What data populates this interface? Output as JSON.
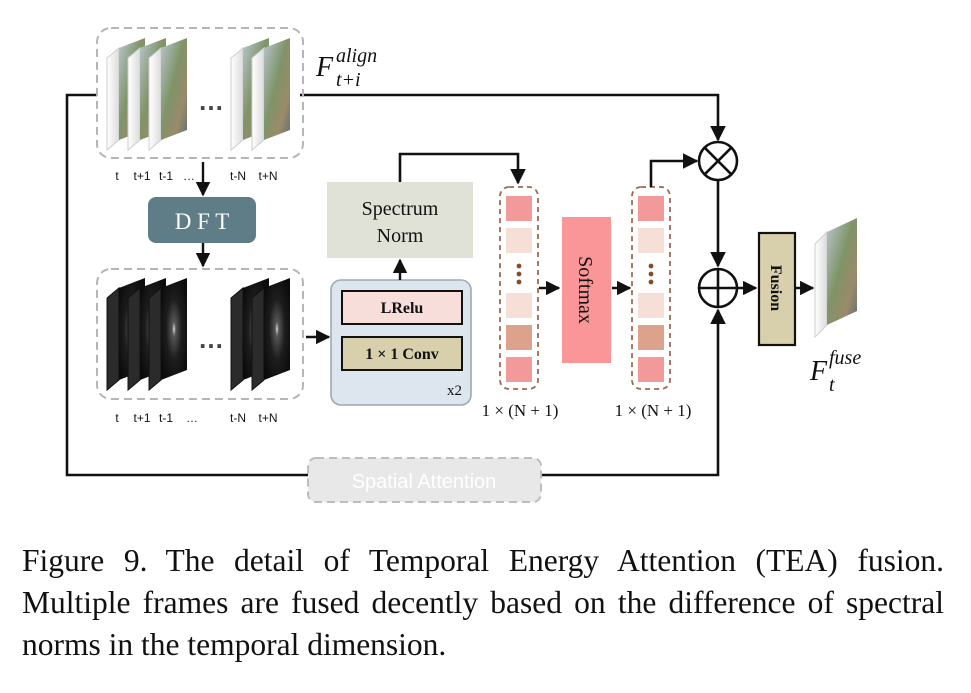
{
  "figure": {
    "label": "Figure 9.",
    "caption": "The detail of Temporal Energy Attention (TEA) fusion. Multiple frames are fused decently based on the difference of spectral norms in the temporal dimension."
  },
  "diagram": {
    "f_align": {
      "base": "F",
      "sup": "align",
      "sub": "t+i"
    },
    "f_fuse": {
      "base": "F",
      "sup": "fuse",
      "sub": "t"
    },
    "frame_labels": [
      "t",
      "t+1",
      "t-1",
      "…",
      "t-N",
      "t+N"
    ],
    "ellipsis": "…",
    "dft_label": "D F T",
    "spectrum_norm": [
      "Spectrum",
      "Norm"
    ],
    "lrelu_label": "LRelu",
    "conv_label": "1 × 1  Conv",
    "repeat_label": "x2",
    "softmax_label": "Softmax",
    "fusion_label": "Fusion",
    "vector_dim_label": "1 × (N + 1)",
    "spatial_attention_label": "Spatial Attention",
    "colors": {
      "dft_box": "#5f7d86",
      "spectrum_box": "#e0e1d7",
      "lrelu_box": "#f8dedb",
      "conv_box": "#d8cfac",
      "softmax_box": "#fa9698",
      "fusion_box": "#d8cfac",
      "block_panel": "#dde6ee",
      "vector_bright": "#f29a9a",
      "vector_light": "#f5dfd6",
      "vector_mid": "#dca28c",
      "dots": "#8a4a2a"
    }
  }
}
